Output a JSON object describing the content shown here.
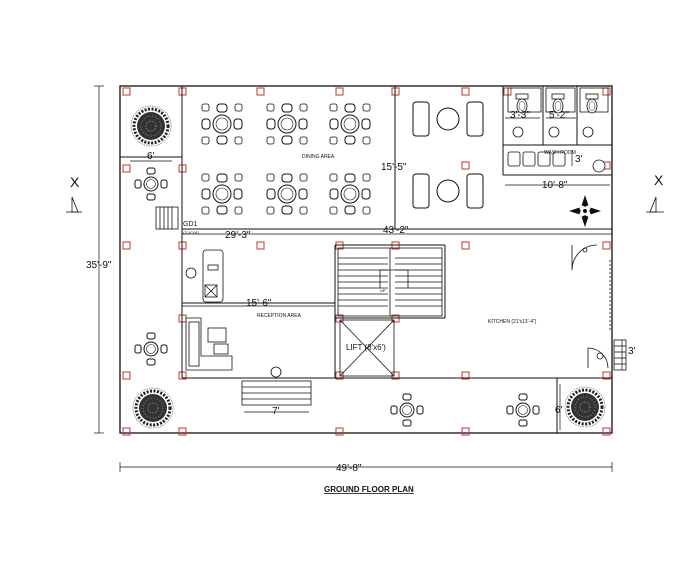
{
  "plan": {
    "title": "GROUND FLOOR PLAN",
    "section_markers": {
      "left": "X",
      "right": "X"
    },
    "dimensions": {
      "overall_width": "49'-8\"",
      "overall_height": "35'-9\"",
      "dining_width": "29'-3\"",
      "central_width": "43'-2\"",
      "dining_height": "15'-5\"",
      "reception_width": "15'-6\"",
      "washroom_width": "10'-8\"",
      "toilet_a": "3'-3\"",
      "toilet_b": "5'-2\"",
      "washroom_step": "3'",
      "left_strip": "6'",
      "right_strip": "6'",
      "steps_width": "7'",
      "side_step": "3'"
    },
    "rooms": {
      "dining": "DINING AREA",
      "wash": "WASH ROOM",
      "reception": "RECEPTION AREA",
      "kitchen": "KITCHEN (21'x13'-4\")",
      "lift": "LIFT (8'x6')",
      "door_code": "GD1",
      "door_size": "(3'-6\"X8')",
      "stair_up": "UP"
    }
  }
}
